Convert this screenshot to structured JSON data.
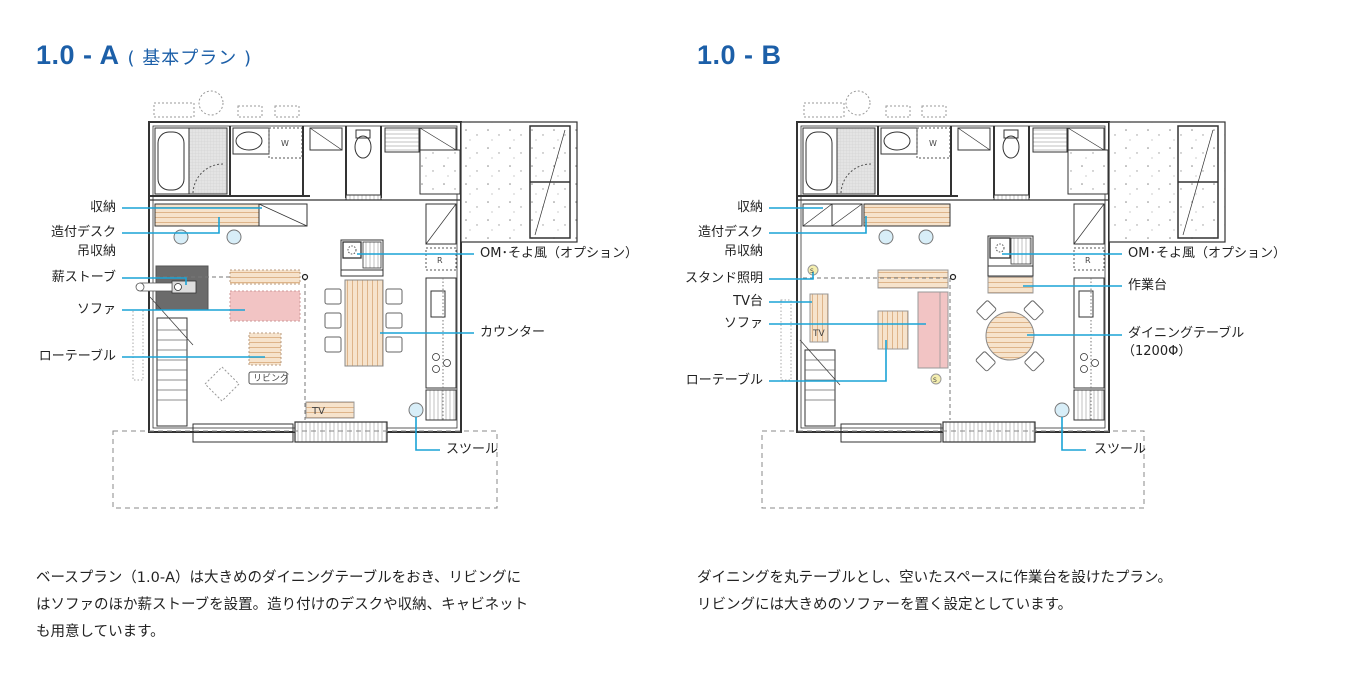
{
  "plan_a": {
    "title": "1.0 - A",
    "subtitle": "( 基本プラン )",
    "labels": {
      "storage": "収納",
      "desk": "造付デスク",
      "hanging_storage": "吊収納",
      "wood_stove": "薪ストーブ",
      "sofa": "ソファ",
      "low_table": "ローテーブル",
      "om_soyokaze": "OM･そよ風（オプション）",
      "counter": "カウンター",
      "stool": "スツール"
    },
    "room_tags": {
      "washer": "W",
      "fridge": "R",
      "living": "リビング",
      "tv": "TV"
    },
    "description_lines": [
      "ベースプラン（1.0-A）は大きめのダイニングテーブルをおき、リビングに",
      "はソファのほか薪ストーブを設置。造り付けのデスクや収納、キャビネット",
      "も用意しています。"
    ]
  },
  "plan_b": {
    "title": "1.0 - B",
    "labels": {
      "storage": "収納",
      "desk": "造付デスク",
      "hanging_storage": "吊収納",
      "floor_lamp": "スタンド照明",
      "tv_stand": "TV台",
      "sofa": "ソファ",
      "low_table": "ローテーブル",
      "om_soyokaze": "OM･そよ風（オプション）",
      "workbench": "作業台",
      "dining_table": "ダイニングテーブル",
      "dining_table_size": "（1200Φ）",
      "stool": "スツール"
    },
    "room_tags": {
      "washer": "W",
      "fridge": "R",
      "tv": "TV",
      "lamp": "S"
    },
    "description_lines": [
      "ダイニングを丸テーブルとし、空いたスペースに作業台を設けたプラン。",
      "リビングには大きめのソファーを置く設定としています。"
    ]
  },
  "colors": {
    "title_blue": "#1c5fa8",
    "leader_line": "#1aa3d6",
    "wall": "#333333",
    "wood": "#f3dcc0",
    "wood_line": "#d9a878",
    "sofa_pink": "#f2c4c4",
    "stool_blue": "#d8eef8",
    "stove_gray": "#6b6b6b",
    "lamp_yellow": "#f5efb0"
  }
}
